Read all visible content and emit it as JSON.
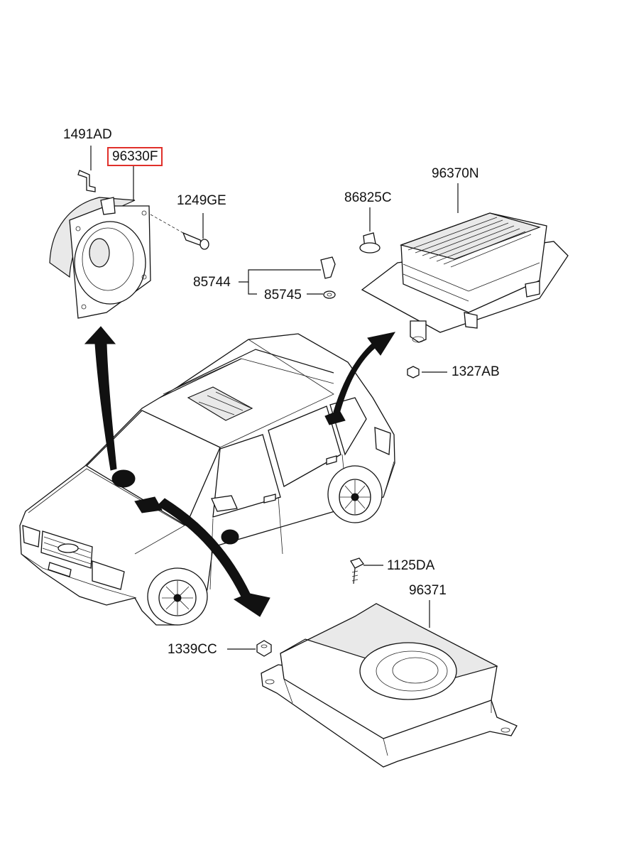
{
  "labels": {
    "p1491AD": "1491AD",
    "p96330F": "96330F",
    "p1249GE": "1249GE",
    "p86825C": "86825C",
    "p96370N": "96370N",
    "p85744": "85744",
    "p85745": "85745",
    "p1327AB": "1327AB",
    "p1125DA": "1125DA",
    "p96371": "96371",
    "p1339CC": "1339CC"
  },
  "highlight_color": "#e0302a",
  "highlighted_part": "96330F"
}
